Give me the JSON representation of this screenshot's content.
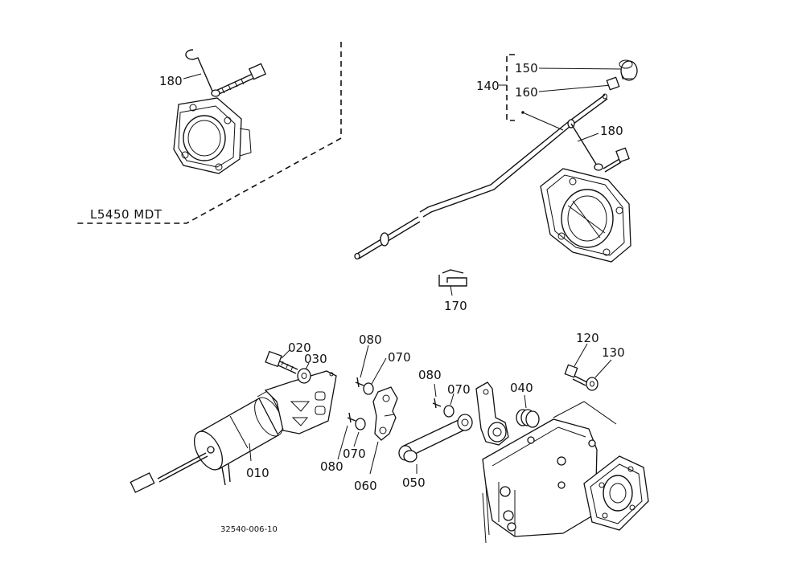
{
  "variant_label": "L5450 MDT",
  "drawing_code": "32540-006-10",
  "callouts": {
    "p010": "010",
    "p020": "020",
    "p030": "030",
    "p040": "040",
    "p050": "050",
    "p060": "060",
    "p070a": "070",
    "p070b": "070",
    "p070c": "070",
    "p080a": "080",
    "p080b": "080",
    "p080c": "080",
    "p120": "120",
    "p130": "130",
    "p140": "140",
    "p150": "150",
    "p160": "160",
    "p170": "170",
    "p180a": "180",
    "p180b": "180"
  }
}
